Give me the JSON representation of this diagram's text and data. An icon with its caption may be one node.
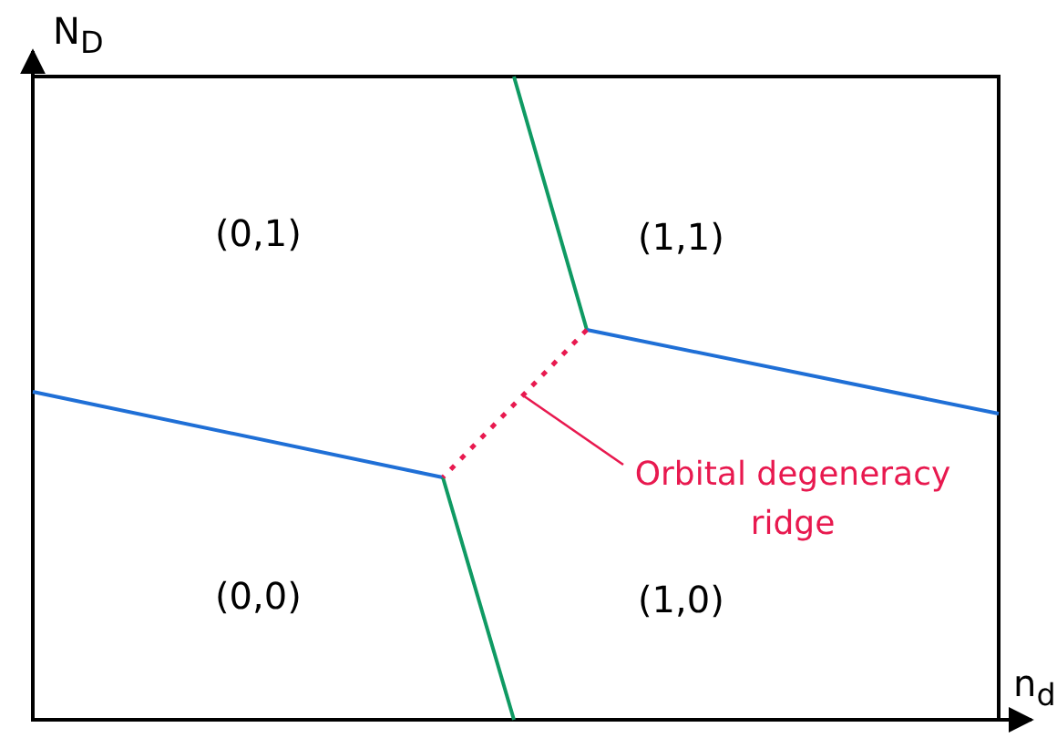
{
  "diagram": {
    "nodes": [
      {
        "text": [
          "Orbital degeneracy ridge"
        ]
      },
      {
        "text": [],
        "shape": "line"
      }
    ],
    "edges": [
      {
        "from": 0,
        "to": 1,
        "arrow": "none"
      }
    ],
    "labels": [
      "N$_{D}$",
      "(0,1)",
      "(1,1)",
      "(0,0)",
      "(1,0)",
      "n$_{d}$"
    ]
  }
}
